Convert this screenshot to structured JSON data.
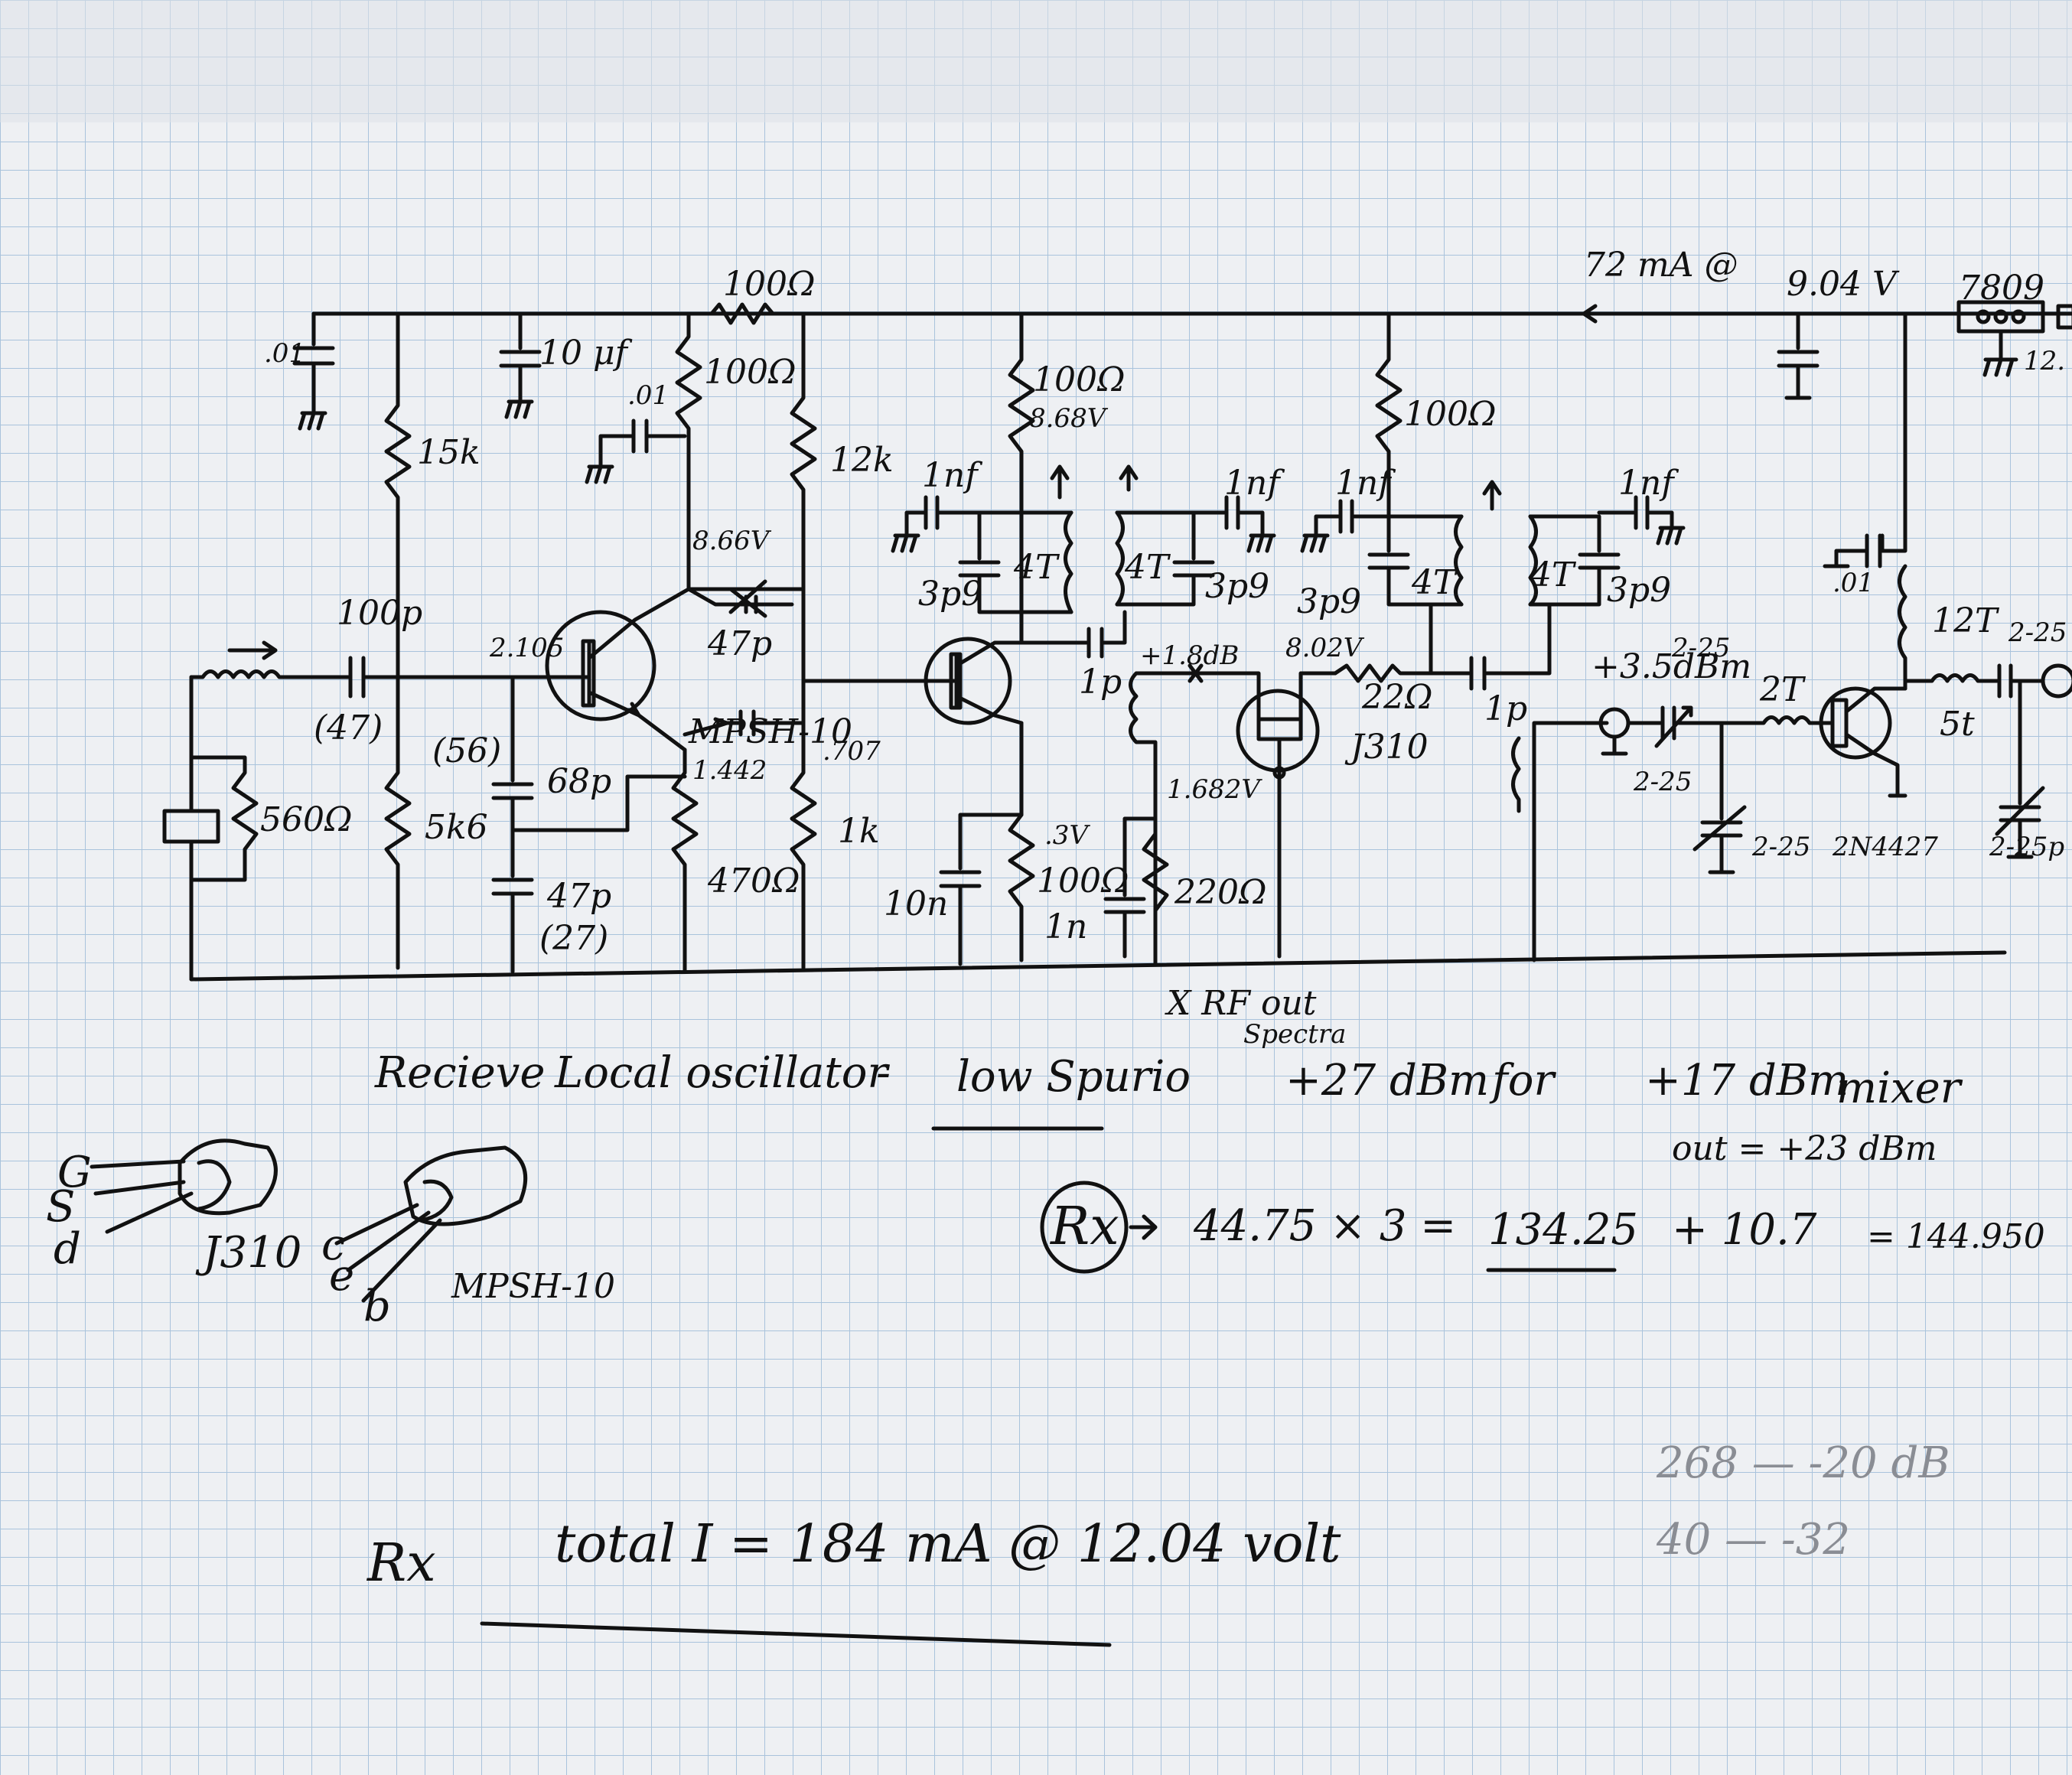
{
  "labels": {
    "supply_current": "72 mA @",
    "supply_voltage": "9.04 V",
    "regulator": "7809",
    "regulator_input": "12.",
    "cap_001_a": ".01",
    "r_15k": "15k",
    "cap_10uf": "10 μf",
    "cap_001_b": ".01",
    "r_100_feed": "100Ω",
    "r_100_top": "100Ω",
    "r_12k": "12k",
    "cap_100p": "100p",
    "cap_100p_alt": "(47)",
    "v_base": "2.105",
    "r_5k6": "5k6",
    "cap_alt_56": "(56)",
    "cap_68p": "68p",
    "cap_47p": "47p",
    "cap_47p_alt": "(27)",
    "r_560": "560Ω",
    "v_collector": "8.66V",
    "cap_47p_var": "47p",
    "transistor_1": "MPSH-10",
    "v_emitter": "1.442",
    "v_707": ".707",
    "r_470": "470Ω",
    "r_1k": "1k",
    "r_100_stage2": "100Ω",
    "v_stage2": "8.68V",
    "cap_1nf_a": "1nf",
    "cap_3p9_a": "3p9",
    "coil_4t_a": "4T",
    "coil_4t_b": "4T",
    "cap_3p9_b": "3p9",
    "cap_1nf_b": "1nf",
    "cap_1p_a": "1p",
    "db_marker": "+1.8dB",
    "cap_10n": "10n",
    "v_3v": ".3V",
    "r_100_emit": "100Ω",
    "cap_1n": "1n",
    "v_1682": "1.682V",
    "r_220": "220Ω",
    "r_100_stage3": "100Ω",
    "cap_1nf_c": "1nf",
    "v_802": "8.02V",
    "cap_3p9_c": "3p9",
    "coil_4t_c": "4T",
    "r_22": "22Ω",
    "jfet": "J310",
    "coil_4t_d": "4T",
    "cap_3p9_d": "3p9",
    "cap_1nf_d": "1nf",
    "cap_1p_b": "1p",
    "dbm_marker": "+3.5dBm",
    "trim_225_a": "2-25",
    "coil_2t": "2T",
    "trim_225_b": "2-25",
    "transistor_out": "2N4427",
    "cap_001_c": ".01",
    "coil_12t": "12T",
    "trim_225_c": "2-25",
    "coil_5t": "5t",
    "trim_225_d": "2-25",
    "trim_225_e": "2-25p",
    "rf_out": "X RF out",
    "spectra": "Spectra"
  },
  "notes": {
    "heading_1": "Recieve",
    "heading_2": "Local oscillator",
    "heading_3": "-",
    "heading_4": "low Spurio",
    "heading_5": "+27 dBm",
    "heading_6": "for",
    "heading_7": "+17 dBm",
    "heading_8": "mixer",
    "out_line": "out = +23 dBm",
    "rx_circle": "Rx",
    "equation_1": "44.75 × 3 =",
    "equation_2": "134.25",
    "equation_3": "+ 10.7",
    "equation_4": "= 144.950",
    "faint_1": "268 — -20 dB",
    "faint_2": "40 — -32",
    "rx_total_label": "Rx",
    "total_line": "total I = 184 mA @ 12.04 volt"
  },
  "pinouts": {
    "jfet_pin_g": "G",
    "jfet_pin_s": "S",
    "jfet_pin_d": "d",
    "jfet_name": "J310",
    "bjt_pin_c": "c",
    "bjt_pin_e": "e",
    "bjt_pin_b": "b",
    "bjt_name": "MPSH-10"
  },
  "colors": {
    "paper": "#eef0f3",
    "grid": "#a9c3dc",
    "ink": "#111111",
    "faint_ink": "#8a8d94"
  }
}
